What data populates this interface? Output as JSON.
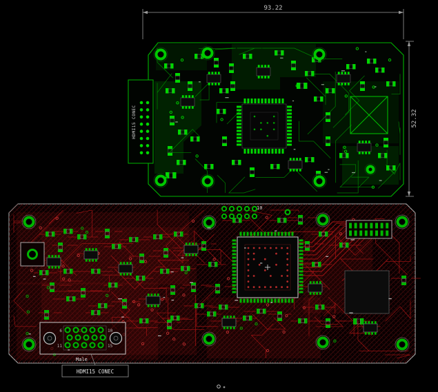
{
  "view": {
    "background": "#000000"
  },
  "dimensions": {
    "width_label": "93.22",
    "height_label": "52.32"
  },
  "top_board": {
    "connector_label": "HDMI15 CONEC",
    "colors": {
      "copper": "#00c800",
      "pad": "#00d800",
      "pour": "#0a4d0a",
      "outline": "#00b400"
    }
  },
  "bottom_board": {
    "connector_label": "HDMI15 CONEC",
    "connector_gender_label": "Male",
    "ref_label": "10",
    "pin_labels": {
      "pin6": "6",
      "pin10": "10",
      "pin11": "11",
      "pin15": "15"
    },
    "colors": {
      "copper": "#a81414",
      "pad": "#00b400",
      "silk": "#c8c8c8",
      "outline": "#b8b8b8"
    }
  }
}
